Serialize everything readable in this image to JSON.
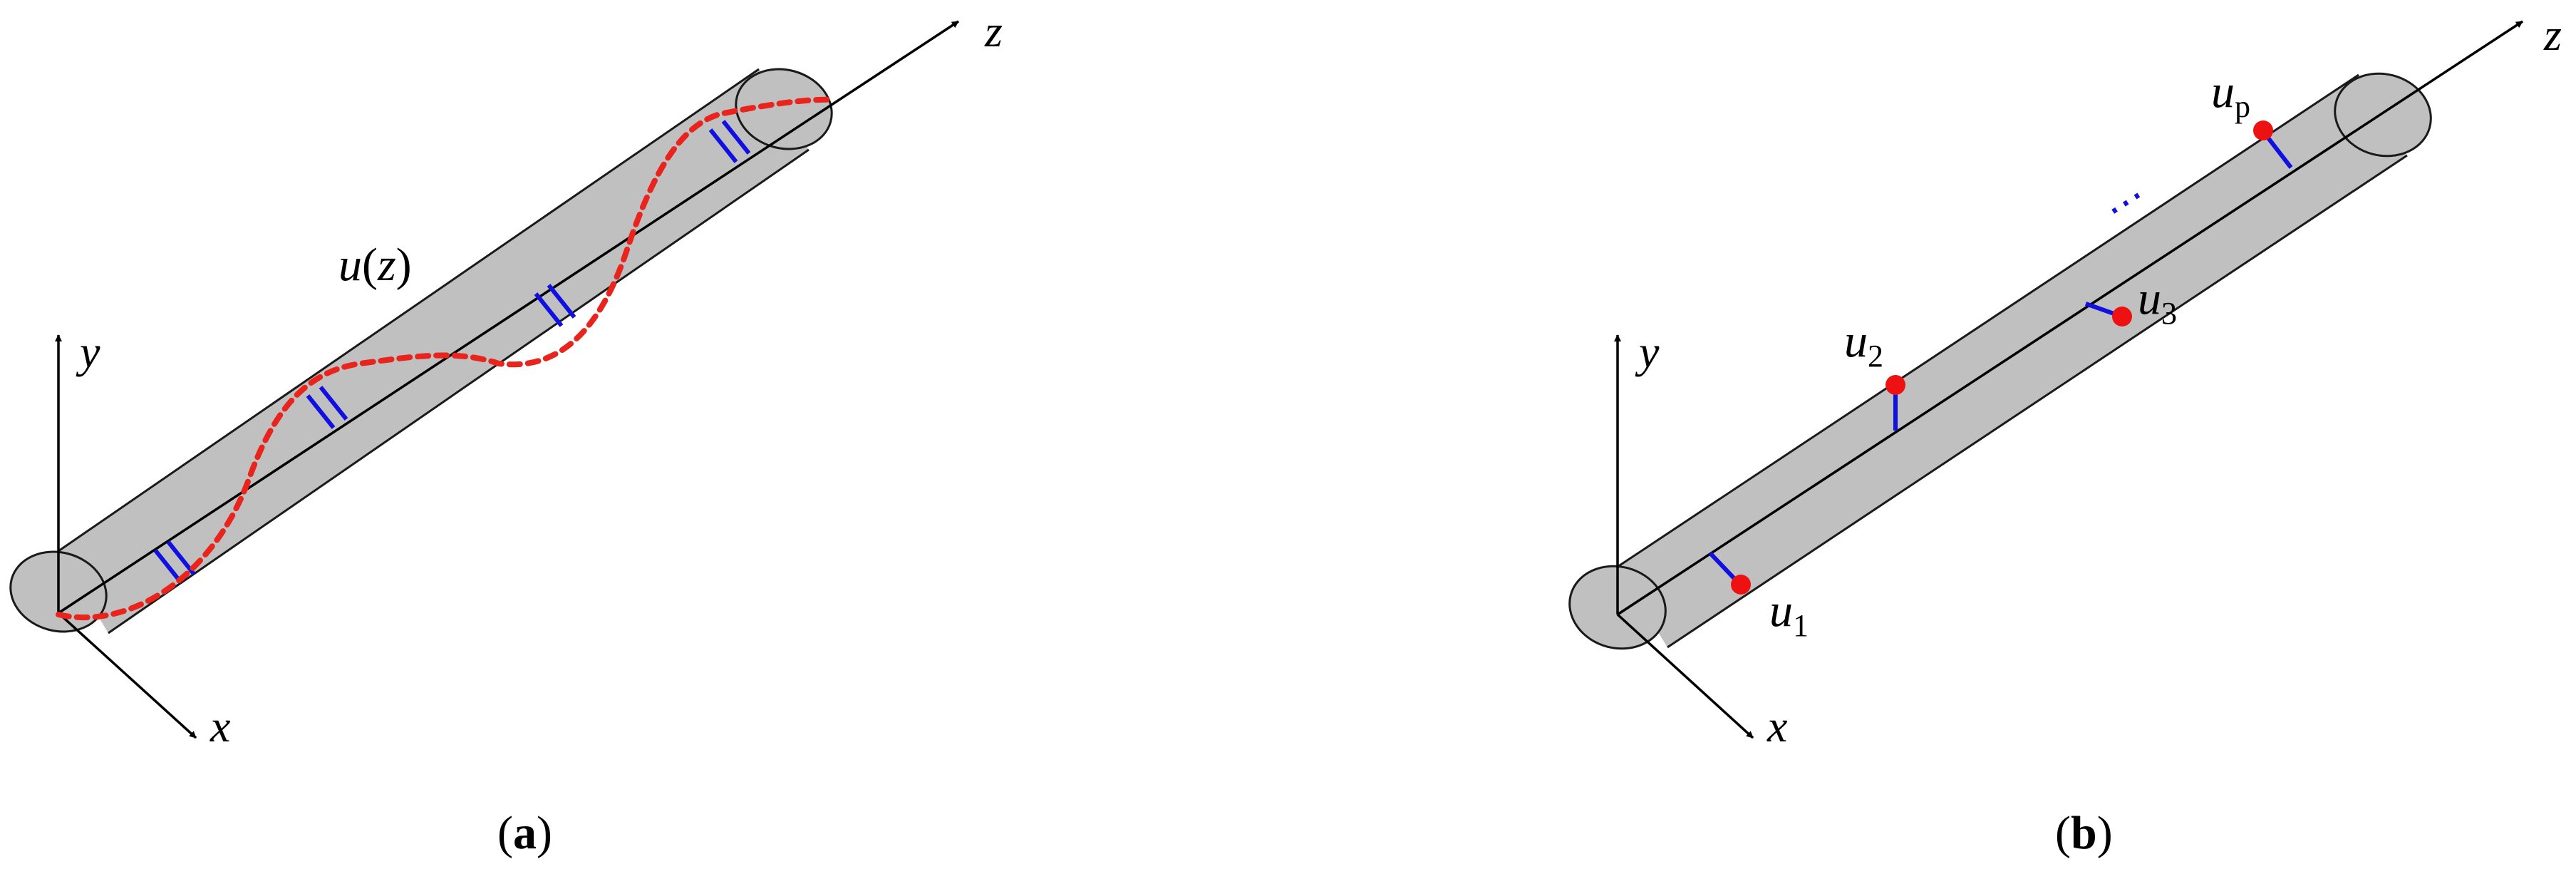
{
  "colors": {
    "cylinder_fill": "#c0c0c0",
    "outline": "#1a1a1a",
    "axis": "#000000",
    "curve": "#e8241c",
    "marker": "#1010e0",
    "sample_point": "#ee1111",
    "background": "#ffffff"
  },
  "panel_a": {
    "axis_labels": {
      "x": "x",
      "y": "y",
      "z": "z"
    },
    "curve_label": {
      "var": "u",
      "open": "(",
      "arg": "z",
      "close": ")"
    },
    "caption": {
      "open": "(",
      "letter": "a",
      "close": ")"
    }
  },
  "panel_b": {
    "axis_labels": {
      "x": "x",
      "y": "y",
      "z": "z"
    },
    "points": [
      {
        "var": "u",
        "sub": "1"
      },
      {
        "var": "u",
        "sub": "2"
      },
      {
        "var": "u",
        "sub": "3"
      },
      {
        "var": "u",
        "sub": "p"
      }
    ],
    "ellipsis": "⋯",
    "caption": {
      "open": "(",
      "letter": "b",
      "close": ")"
    }
  }
}
